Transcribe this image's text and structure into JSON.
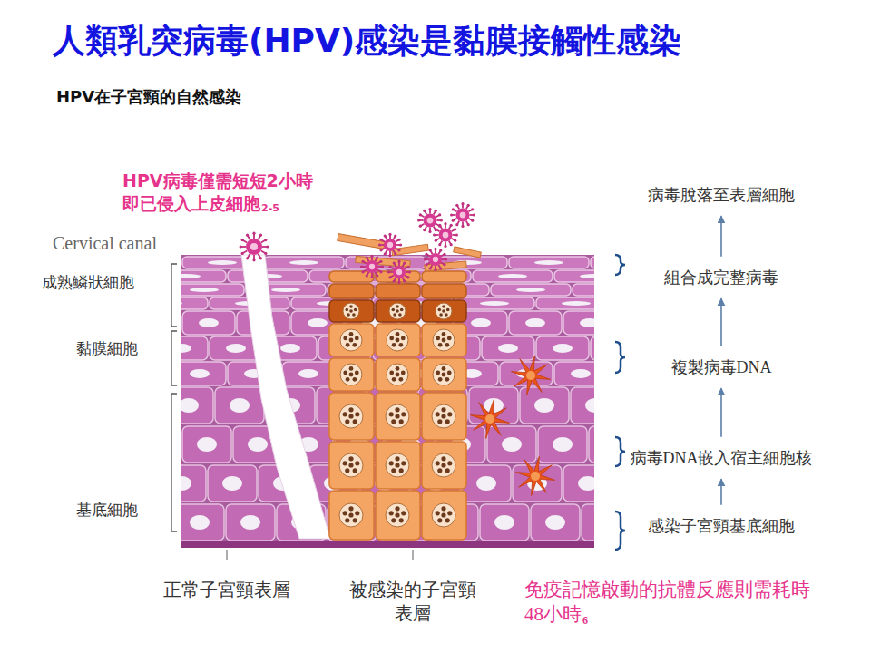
{
  "diagram": {
    "title": "人類乳突病毒(HPV)感染是黏膜接觸性感染",
    "nodes": [
      {
        "text": [
          "病毒脫落至表層細胞"
        ]
      },
      {
        "text": [
          "組合成完整病毒"
        ]
      },
      {
        "text": [
          "複製病毒DNA"
        ]
      },
      {
        "text": [
          "病毒DNA嵌入宿主細胞核"
        ]
      },
      {
        "text": [
          "感染子宮頸基底細胞"
        ]
      }
    ],
    "edges": [
      {
        "from": 4,
        "to": 3,
        "arrow": "to"
      },
      {
        "from": 3,
        "to": 2,
        "arrow": "to"
      },
      {
        "from": 2,
        "to": 1,
        "arrow": "to"
      },
      {
        "from": 1,
        "to": 0,
        "arrow": "to"
      }
    ],
    "labels": [
      "HPV在子宮頸的自然感染",
      "HPV病毒僅需短短2小時 即已侵入上皮細胞",
      "2-5",
      "Cervical canal",
      "成熟鱗狀細胞",
      "黏膜細胞",
      "基底細胞",
      "正常子宮頸表層",
      "被感染的子宮頸表層",
      "免疫記憶啟動的抗體反應則需耗時 48小時",
      "6"
    ]
  }
}
